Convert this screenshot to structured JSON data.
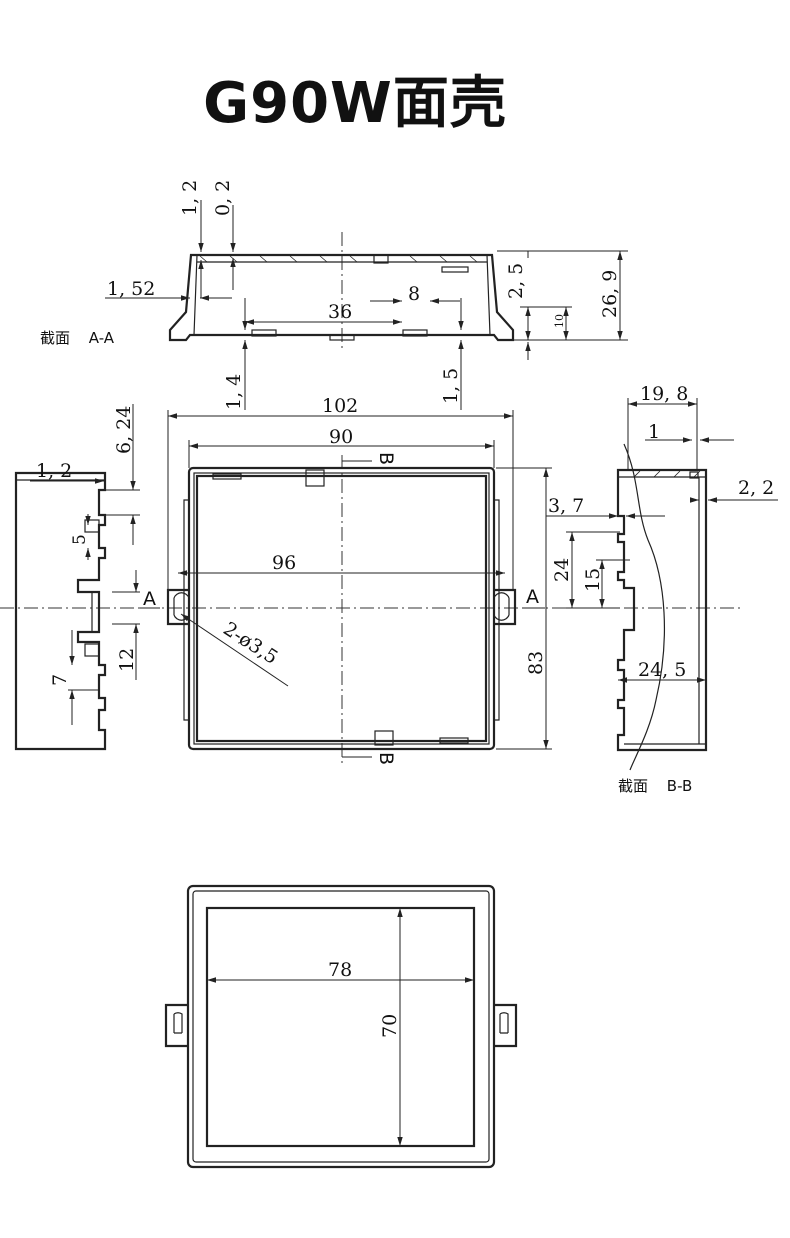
{
  "title": "G90W面壳",
  "sections": {
    "aa_caption": "截面",
    "aa_name": "A-A",
    "bb_caption": "截面",
    "bb_name": "B-B",
    "mark_a": "A",
    "mark_b": "B"
  },
  "dimensions": {
    "top_1_2": "1, 2",
    "top_0_2": "0, 2",
    "top_1_52": "1, 52",
    "top_36": "36",
    "top_8": "8",
    "top_2_5": "2, 5",
    "top_26_9": "26, 9",
    "top_10": "10",
    "top_1_4": "1, 4",
    "top_1_5": "1, 5",
    "w_102": "102",
    "w_90": "90",
    "w_96": "96",
    "h_83": "83",
    "hole": "2-ø3,5",
    "left_6_24": "6, 24",
    "left_1_2": "1, 2",
    "left_5": "5",
    "left_12": "12",
    "left_7": "7",
    "right_19_8": "19, 8",
    "right_1": "1",
    "right_2_2": "2, 2",
    "right_3_7": "3, 7",
    "right_24": "24",
    "right_15": "15",
    "right_24_5": "24, 5",
    "bottom_78": "78",
    "bottom_70": "70"
  }
}
